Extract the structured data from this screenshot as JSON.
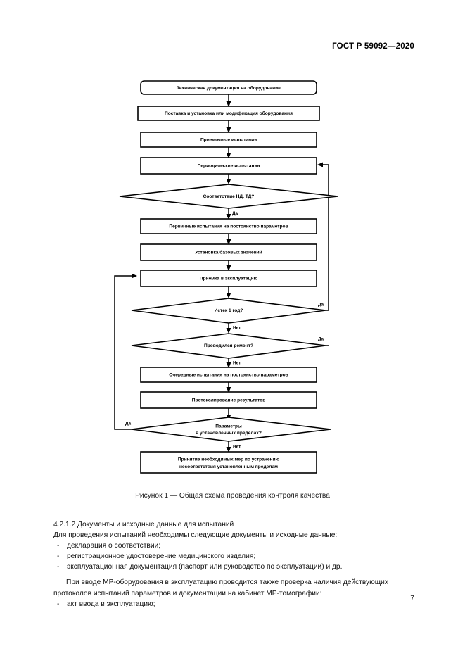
{
  "header": {
    "standard": "ГОСТ Р 59092—2020"
  },
  "figure": {
    "caption": "Рисунок 1 — Общая схема проведения контроля качества",
    "nodes": [
      {
        "id": "n1",
        "shape": "rounded",
        "text": "Техническая документация на оборудование"
      },
      {
        "id": "n2",
        "shape": "rect",
        "text": "Поставка и установка или модификация оборудования"
      },
      {
        "id": "n3",
        "shape": "rect",
        "text": "Приемочные испытания"
      },
      {
        "id": "n4",
        "shape": "rect",
        "text": "Периодические испытания"
      },
      {
        "id": "d1",
        "shape": "diamond",
        "text": "Соответствие НД, ТД?"
      },
      {
        "id": "n5",
        "shape": "rect",
        "text": "Первичные испытания на постоянство параметров"
      },
      {
        "id": "n6",
        "shape": "rect",
        "text": "Установка базовых значений"
      },
      {
        "id": "n7",
        "shape": "rect",
        "text": "Приемка в эксплуатацию"
      },
      {
        "id": "d2",
        "shape": "diamond",
        "text": "Истек 1 год?"
      },
      {
        "id": "d3",
        "shape": "diamond",
        "text": "Проводился ремонт?"
      },
      {
        "id": "n8",
        "shape": "rect",
        "text": "Очередные испытания на постоянство параметров"
      },
      {
        "id": "n9",
        "shape": "rect",
        "text": "Протоколирование результатов"
      },
      {
        "id": "d4",
        "shape": "diamond",
        "text_line1": "Параметры",
        "text_line2": "в установленных пределах?"
      },
      {
        "id": "n10",
        "shape": "rect",
        "text_line1": "Принятие необходимых мер по устранению",
        "text_line2": "несоответствия установленным пределам"
      }
    ],
    "edge_labels": {
      "d1_yes": "Да",
      "d2_yes": "Да",
      "d2_no": "Нет",
      "d3_yes": "Да",
      "d3_no": "Нет",
      "d4_yes": "Да",
      "d4_no": "Нет"
    }
  },
  "body": {
    "clause_heading": "4.2.1.2  Документы и исходные данные для испытаний",
    "intro": "Для проведения испытаний необходимы следующие документы и исходные данные:",
    "dash": "-",
    "list": [
      "декларация о соответствии;",
      "регистрационное удостоверение медицинского изделия;",
      "эксплуатационная документация (паспорт или руководство по эксплуатации) и др."
    ],
    "para2_line1": "При вводе МР-оборудования в эксплуатацию проводится также проверка наличия действующих",
    "para2_line2": "протоколов испытаний параметров и документации на кабинет МР-томографии:",
    "list2": [
      "акт ввода в эксплуатацию;"
    ]
  },
  "footer": {
    "page_number": "7"
  }
}
